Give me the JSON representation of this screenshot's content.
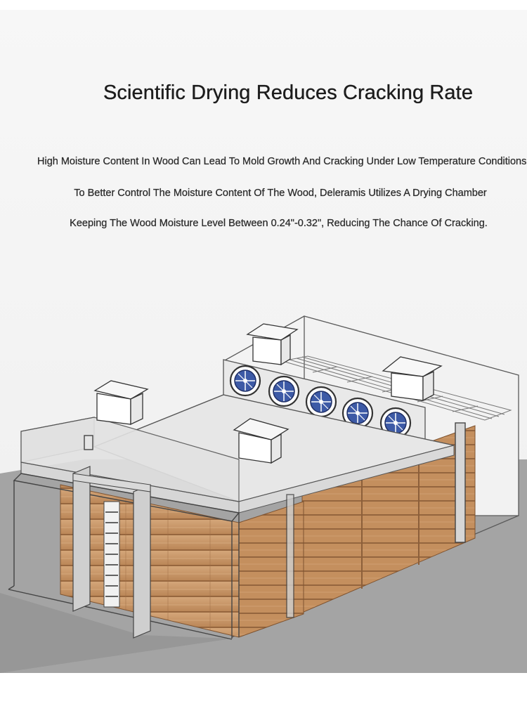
{
  "page": {
    "title": "Scientific Drying Reduces Cracking Rate",
    "description_lines": [
      "High Moisture Content In Wood Can Lead To Mold Growth And Cracking Under Low Temperature Conditions.",
      "To Better Control The Moisture Content Of The Wood, Deleramis Utilizes A Drying Chamber",
      "Keeping The Wood Moisture Level Between 0.24\"-0.32\", Reducing The Chance Of Cracking."
    ]
  },
  "colors": {
    "background": "#ffffff",
    "panel": "#f3f3f3",
    "text": "#1c1c1c",
    "wood": "#c99a6d",
    "fan_blue": "#3d5aa6",
    "floor": "#9a9a9a"
  },
  "illustration": {
    "subject": "drying-chamber",
    "fan_count": 5,
    "roof_vent_count": 4
  }
}
